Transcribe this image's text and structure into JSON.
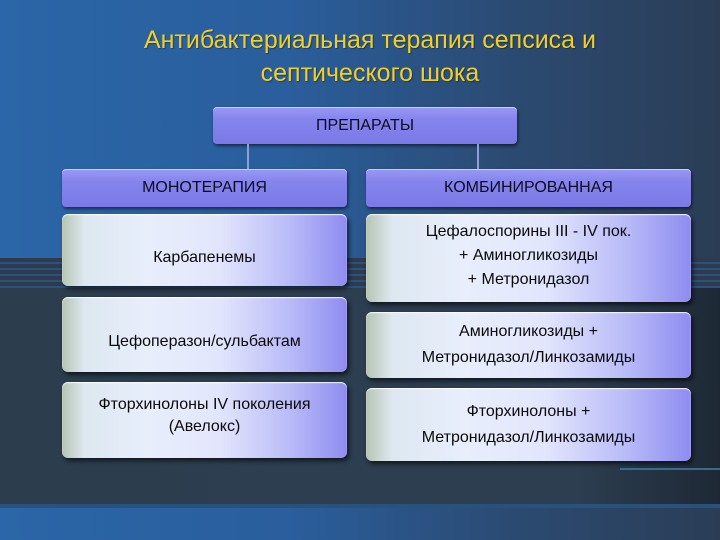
{
  "title": {
    "line1": "Антибактериальная терапия сепсиса и",
    "line2": "септического шока"
  },
  "root": {
    "label": "ПРЕПАРАТЫ"
  },
  "columns": [
    {
      "header": "МОНОТЕРАПИЯ",
      "items": [
        {
          "lines": [
            "Карбапенемы"
          ]
        },
        {
          "lines": [
            "Цефоперазон/сульбактам"
          ]
        },
        {
          "lines": [
            "Фторхинолоны IV поколения",
            "(Авелокс)"
          ]
        }
      ]
    },
    {
      "header": "КОМБИНИРОВАННАЯ",
      "items": [
        {
          "lines": [
            "Цефалоспорины III - IV пок.",
            "+ Аминогликозиды",
            "+ Метронидазол"
          ]
        },
        {
          "lines": [
            "Аминогликозиды +",
            "Метронидазол/Линкозамиды"
          ]
        },
        {
          "lines": [
            "Фторхинолоны +",
            "Метронидазол/Линкозамиды"
          ]
        }
      ]
    }
  ],
  "colors": {
    "title": "#f0d028",
    "header_fill": "#8583ec",
    "background_blue": "#2b66a8",
    "background_dark": "#2c3d4e"
  }
}
